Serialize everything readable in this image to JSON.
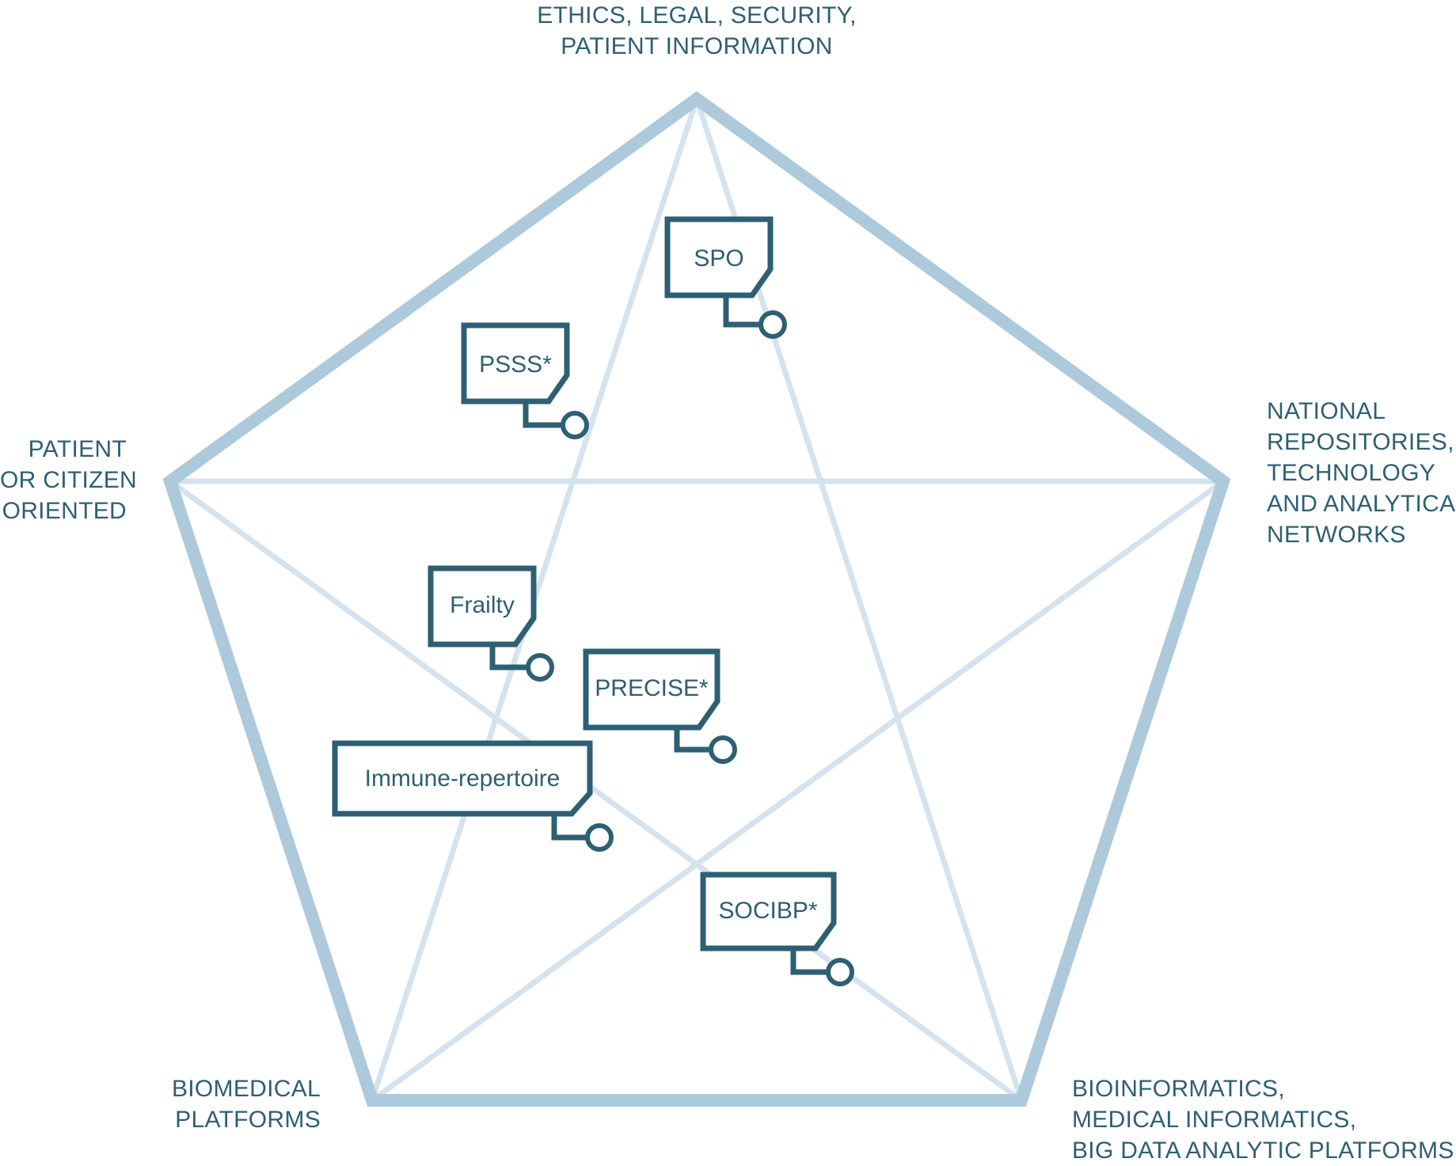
{
  "vertex_labels": {
    "top": [
      "ETHICS, LEGAL, SECURITY,",
      "PATIENT INFORMATION"
    ],
    "right": [
      "NATIONAL",
      "REPOSITORIES,",
      "TECHNOLOGY",
      "AND ANALYTICAL",
      "NETWORKS"
    ],
    "bottom_right": [
      "BIOINFORMATICS,",
      "MEDICAL INFORMATICS,",
      "BIG DATA ANALYTIC PLATFORMS"
    ],
    "bottom_left": [
      "BIOMEDICAL",
      "PLATFORMS"
    ],
    "left": [
      "PATIENT",
      "OR CITIZEN",
      "ORIENTED"
    ]
  },
  "projects": [
    "SPO",
    "PSSS*",
    "Frailty",
    "PRECISE*",
    "Immune-repertoire",
    "SOCIBP*"
  ],
  "colors": {
    "pentagon": "#adc9dc",
    "star": "#d4e3ee",
    "box": "#2e5f73",
    "text": "#2e5f73"
  }
}
